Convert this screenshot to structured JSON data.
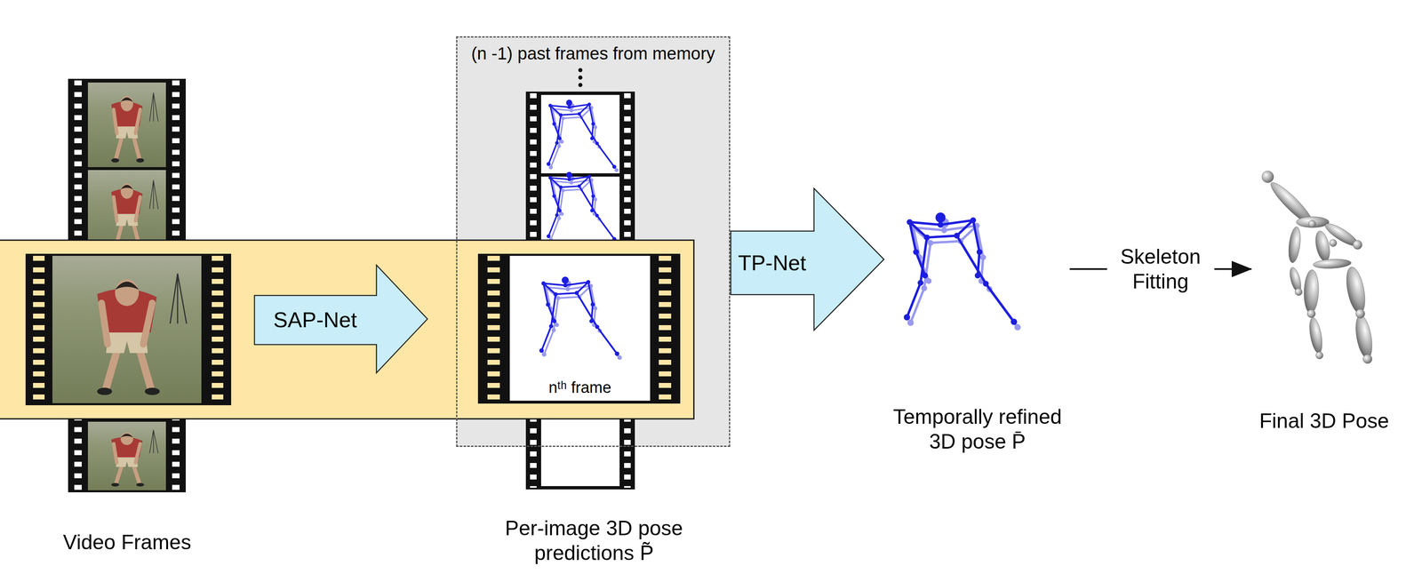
{
  "diagram": {
    "nodes": [
      {
        "text": [
          "SAP-Net"
        ]
      },
      {
        "text": [
          "(n -1) past frames from memory"
        ]
      },
      {
        "text": [
          "nᵗʰ frame"
        ],
        "in": 1
      },
      {
        "text": [
          "TP-Net"
        ]
      },
      {
        "text": [
          "Temporally refined 3D pose P̄"
        ]
      },
      {
        "text": [
          "Final 3D Pose"
        ]
      }
    ],
    "edges": [
      {
        "from": 4,
        "to": 5,
        "label": "Skeleton Fitting",
        "arrow": "to"
      }
    ],
    "labels": [
      "Video Frames",
      "Per-image 3D pose predictions P̃"
    ]
  }
}
